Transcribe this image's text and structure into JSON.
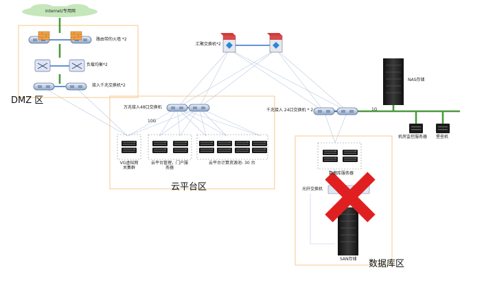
{
  "labels": {
    "internet": "Internet/专用网",
    "firewall": "路由带的火墙 *2",
    "load_balancer": "负载均衡*2",
    "access_gig_dmz": "接入千兆交换机*2",
    "dmz_zone": "DMZ 区",
    "aggregation_switch": "汇聚交换机*2",
    "nas": "NAS存储",
    "tengig_switch": "万兆接入48口交换机",
    "link_10g": "10G",
    "gig_switch_24": "千兆接入 24口交换机 * 2",
    "link_1g": "1G",
    "monitor_server": "机房监控服务器",
    "bastion": "堡垒机",
    "vg_gateway": "VG虚拟网关集群",
    "cloud_mgmt": "云平台管理，门户服务器",
    "cloud_compute": "云平台计算资源池- 30 台",
    "cloud_zone": "云平台区",
    "db_server": "数据库服务器",
    "fiber_switch": "光纤交换机",
    "san": "SAN存储",
    "db_zone": "数据库区"
  },
  "icons": [
    "cloud-icon",
    "firewall-icon",
    "load-balancer-icon",
    "switch-icon",
    "core-switch-icon",
    "server-icon",
    "storage-rack-icon",
    "cross-mark-icon"
  ],
  "colors": {
    "zone_border": "#f7c88a",
    "trunk_green": "#4a9a3e",
    "link_blue": "#2f6fc4",
    "thin_link": "#b8c8e2",
    "cross_red": "#e02020"
  }
}
